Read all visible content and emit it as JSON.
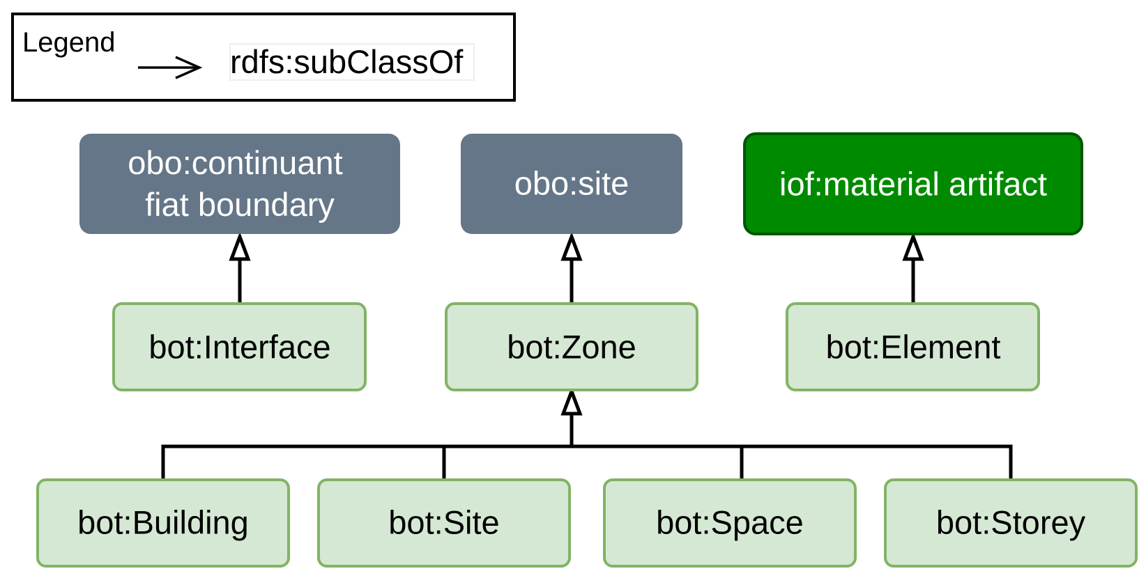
{
  "legend": {
    "title": "Legend",
    "item_label": "rdfs:subClassOf"
  },
  "colors": {
    "obo_fill": "#647687",
    "iof_fill": "#008a00",
    "iof_stroke": "#005700",
    "bot_fill": "#d5e8d4",
    "bot_stroke": "#82b366",
    "edge": "#000000"
  },
  "nodes": {
    "obo_continuant_fiat_boundary": {
      "lines": [
        "obo:continuant",
        "fiat boundary"
      ]
    },
    "obo_site": {
      "lines": [
        "obo:site"
      ]
    },
    "iof_material_artifact": {
      "lines": [
        "iof:material artifact"
      ]
    },
    "bot_interface": {
      "lines": [
        "bot:Interface"
      ]
    },
    "bot_zone": {
      "lines": [
        "bot:Zone"
      ]
    },
    "bot_element": {
      "lines": [
        "bot:Element"
      ]
    },
    "bot_building": {
      "lines": [
        "bot:Building"
      ]
    },
    "bot_site": {
      "lines": [
        "bot:Site"
      ]
    },
    "bot_space": {
      "lines": [
        "bot:Space"
      ]
    },
    "bot_storey": {
      "lines": [
        "bot:Storey"
      ]
    }
  },
  "edges": [
    {
      "from": "bot_interface",
      "to": "obo_continuant_fiat_boundary",
      "relation": "rdfs:subClassOf"
    },
    {
      "from": "bot_zone",
      "to": "obo_site",
      "relation": "rdfs:subClassOf"
    },
    {
      "from": "bot_element",
      "to": "iof_material_artifact",
      "relation": "rdfs:subClassOf"
    },
    {
      "from": "bot_building",
      "to": "bot_zone",
      "relation": "rdfs:subClassOf"
    },
    {
      "from": "bot_site",
      "to": "bot_zone",
      "relation": "rdfs:subClassOf"
    },
    {
      "from": "bot_space",
      "to": "bot_zone",
      "relation": "rdfs:subClassOf"
    },
    {
      "from": "bot_storey",
      "to": "bot_zone",
      "relation": "rdfs:subClassOf"
    }
  ]
}
